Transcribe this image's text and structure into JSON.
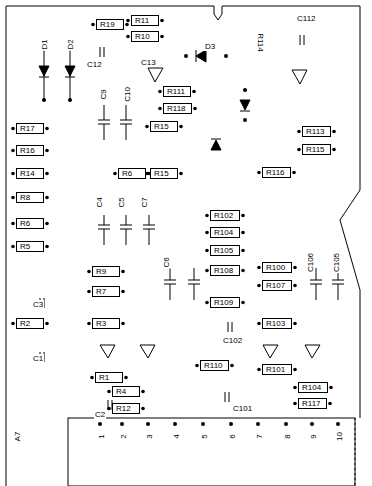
{
  "diagram": {
    "nodes": [
      {
        "text": [
          "R19"
        ]
      },
      {
        "text": [
          "R11"
        ]
      },
      {
        "text": [
          "R10"
        ]
      },
      {
        "text": [
          "R111"
        ]
      },
      {
        "text": [
          "R118"
        ]
      },
      {
        "text": [
          "R17"
        ]
      },
      {
        "text": [
          "R16"
        ]
      },
      {
        "text": [
          "R15"
        ]
      },
      {
        "text": [
          "R113"
        ]
      },
      {
        "text": [
          "R115"
        ]
      },
      {
        "text": [
          "R14"
        ]
      },
      {
        "text": [
          "R6"
        ]
      },
      {
        "text": [
          "R15"
        ]
      },
      {
        "text": [
          "R116"
        ]
      },
      {
        "text": [
          "R8"
        ]
      },
      {
        "text": [
          "R102"
        ]
      },
      {
        "text": [
          "R104"
        ]
      },
      {
        "text": [
          "R6"
        ]
      },
      {
        "text": [
          "R105"
        ]
      },
      {
        "text": [
          "R108"
        ]
      },
      {
        "text": [
          "R100"
        ]
      },
      {
        "text": [
          "R107"
        ]
      },
      {
        "text": [
          "R5"
        ]
      },
      {
        "text": [
          "R9"
        ]
      },
      {
        "text": [
          "R7"
        ]
      },
      {
        "text": [
          "R109"
        ]
      },
      {
        "text": [
          "R2"
        ]
      },
      {
        "text": [
          "R3"
        ]
      },
      {
        "text": [
          "R103"
        ]
      },
      {
        "text": [
          "R110"
        ]
      },
      {
        "text": [
          "R101"
        ]
      },
      {
        "text": [
          "R1"
        ]
      },
      {
        "text": [
          "R4"
        ]
      },
      {
        "text": [
          "R104"
        ]
      },
      {
        "text": [
          "R12"
        ]
      },
      {
        "text": [
          "R117"
        ]
      }
    ],
    "labels": [
      "D1",
      "D2",
      "C12",
      "D3",
      "C112",
      "R114",
      "C9",
      "C10",
      "C13",
      "C3",
      "C1",
      "C2",
      "C102",
      "C101",
      "C4",
      "C5",
      "C7",
      "C6",
      "C106",
      "C105",
      "A7",
      "1",
      "2",
      "3",
      "4",
      "5",
      "6",
      "7",
      "8",
      "9",
      "10"
    ]
  }
}
